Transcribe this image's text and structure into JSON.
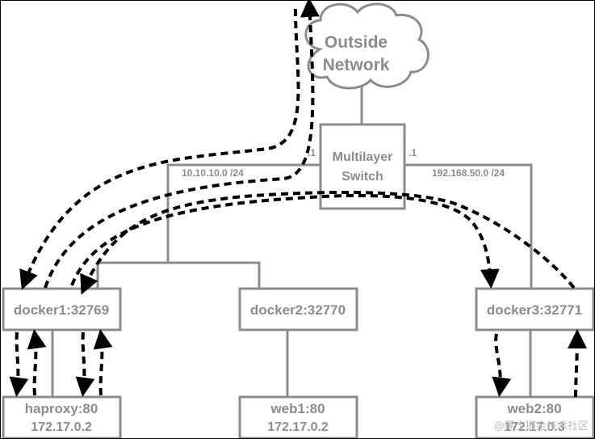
{
  "cloud": {
    "line1": "Outside",
    "line2": "Network"
  },
  "switch": {
    "line1": "Multilayer",
    "line2": "Switch",
    "port_left": ".1",
    "port_right": ".1"
  },
  "subnets": {
    "left": "10.10.10.0 /24",
    "right": "192.168.50.0 /24"
  },
  "hosts": {
    "docker1": "docker1:32769",
    "docker2": "docker2:32770",
    "docker3": "docker3:32771"
  },
  "containers": {
    "haproxy": {
      "name": "haproxy:80",
      "ip": "172.17.0.2"
    },
    "web1": {
      "name": "web1:80",
      "ip": "172.17.0.2"
    },
    "web2": {
      "name": "web2:80",
      "ip": "172.17.0.3"
    }
  },
  "watermark": "@稀土掘金技术社区",
  "colors": {
    "gray": "#8c8c8c",
    "flow": "#000000"
  }
}
